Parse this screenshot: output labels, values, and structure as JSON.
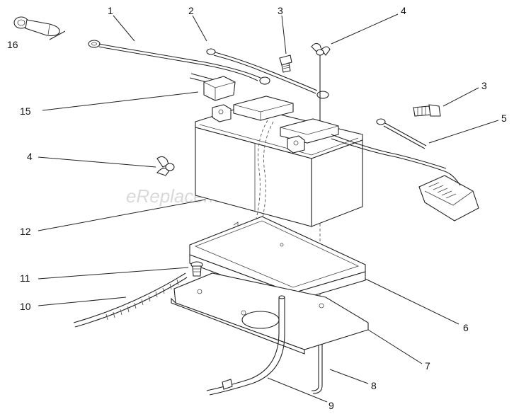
{
  "watermark": "eReplacementParts.com",
  "callouts": {
    "c1": "1",
    "c2": "2",
    "c3a": "3",
    "c3b": "3",
    "c4a": "4",
    "c4b": "4",
    "c5": "5",
    "c6": "6",
    "c7": "7",
    "c8": "8",
    "c9": "9",
    "c10": "10",
    "c11": "11",
    "c12": "12",
    "c15": "15",
    "c16": "16"
  }
}
